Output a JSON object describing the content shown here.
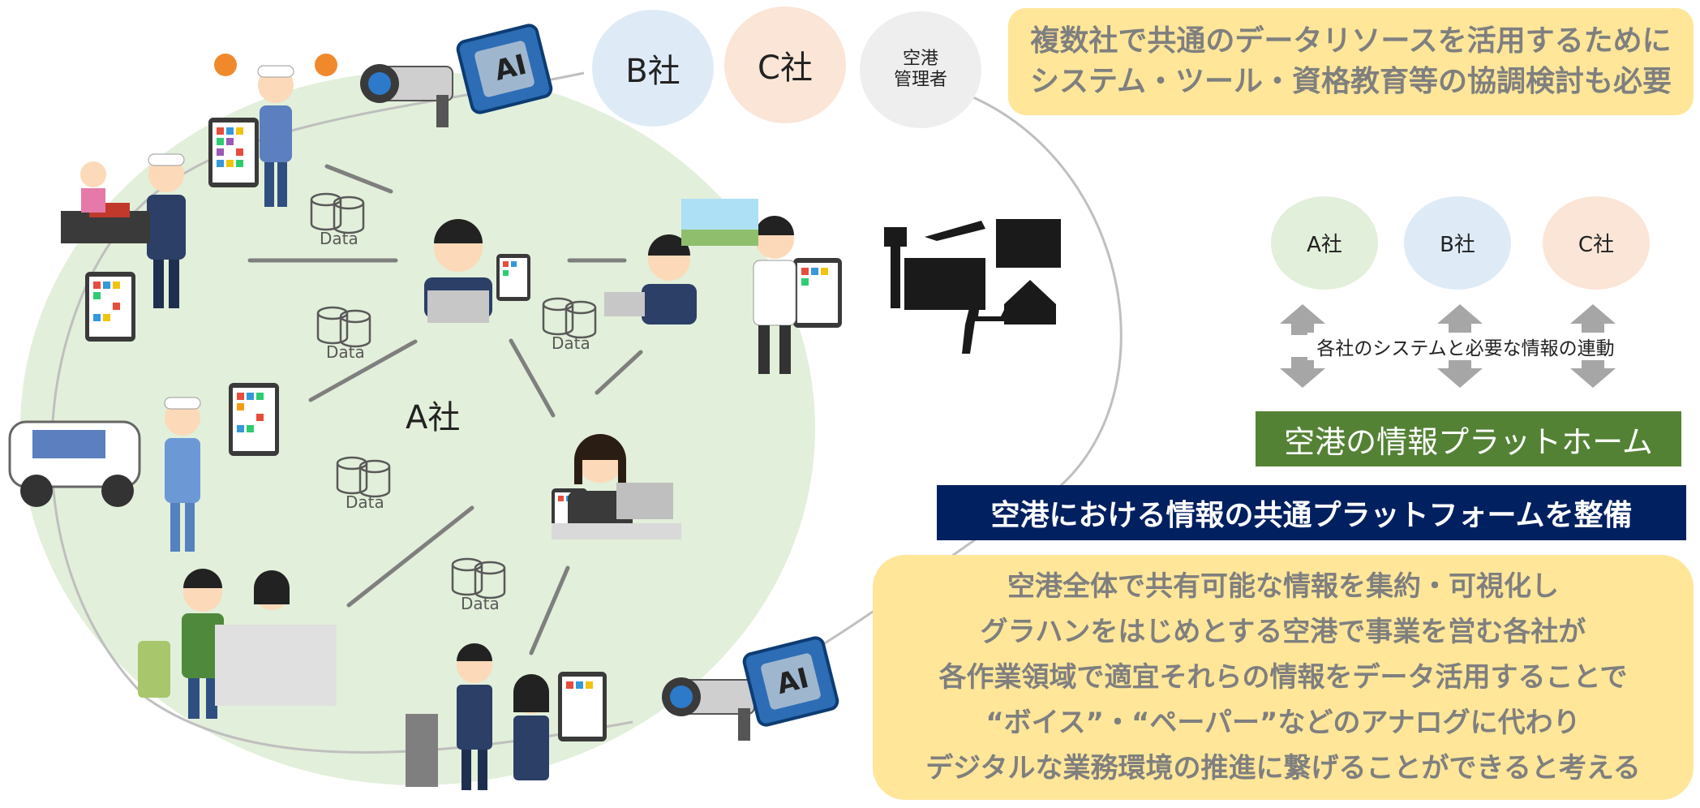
{
  "top_circles": {
    "b": "B社",
    "c": "C社",
    "airport_line1": "空港",
    "airport_line2": "管理者"
  },
  "center_label": "A社",
  "data_label": "Data",
  "ai_label": "AI",
  "top_callout": {
    "line1": "複数社で共通のデータリソースを活用するために",
    "line2": "システム・ツール・資格教育等の協調検討も必要"
  },
  "platform_diagram": {
    "company_a": "A社",
    "company_b": "B社",
    "company_c": "C社",
    "link_text": "各社のシステムと必要な情報の連動",
    "platform_label": "空港の情報プラットホーム"
  },
  "main_banner": "空港における情報の共通プラットフォームを整備",
  "bottom_callout": {
    "line1": "空港全体で共有可能な情報を集約・可視化し",
    "line2": "グラハンをはじめとする空港で事業を営む各社が",
    "line3": "各作業領域で適宜それらの情報をデータ活用することで",
    "line4": "“ボイス”・“ペーパー”などのアナログに代わり",
    "line5": "デジタルな業務環境の推進に繋げることができると考える"
  },
  "colors": {
    "a_green": "#e2efda",
    "b_blue": "#deebf7",
    "c_orange": "#fbe5d6",
    "gray": "#eeeeee",
    "callout_yellow": "#ffe699",
    "platform_green": "#548235",
    "banner_navy": "#002060"
  }
}
